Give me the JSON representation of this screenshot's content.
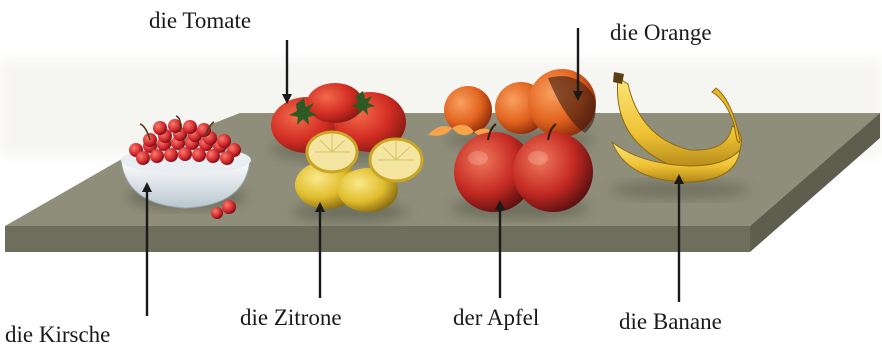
{
  "labels": {
    "tomato": "die Tomate",
    "orange": "die Orange",
    "cherry": "die Kirsche",
    "lemon": "die Zitrone",
    "apple": "der Apfel",
    "banana": "die Banane"
  },
  "icons": {
    "cherry": "cherry-bowl-icon",
    "tomato": "tomato-icon",
    "lemon": "lemon-icon",
    "orange": "orange-icon",
    "apple": "apple-icon",
    "banana": "banana-icon"
  },
  "colors": {
    "table_top": "#8c8c7a",
    "table_edge": "#6b6b5a",
    "tomato": "#d8322a",
    "lemon": "#e6c93a",
    "orange": "#e8742a",
    "apple": "#c8302a",
    "banana": "#f0c93a",
    "cherry": "#c8242a"
  }
}
